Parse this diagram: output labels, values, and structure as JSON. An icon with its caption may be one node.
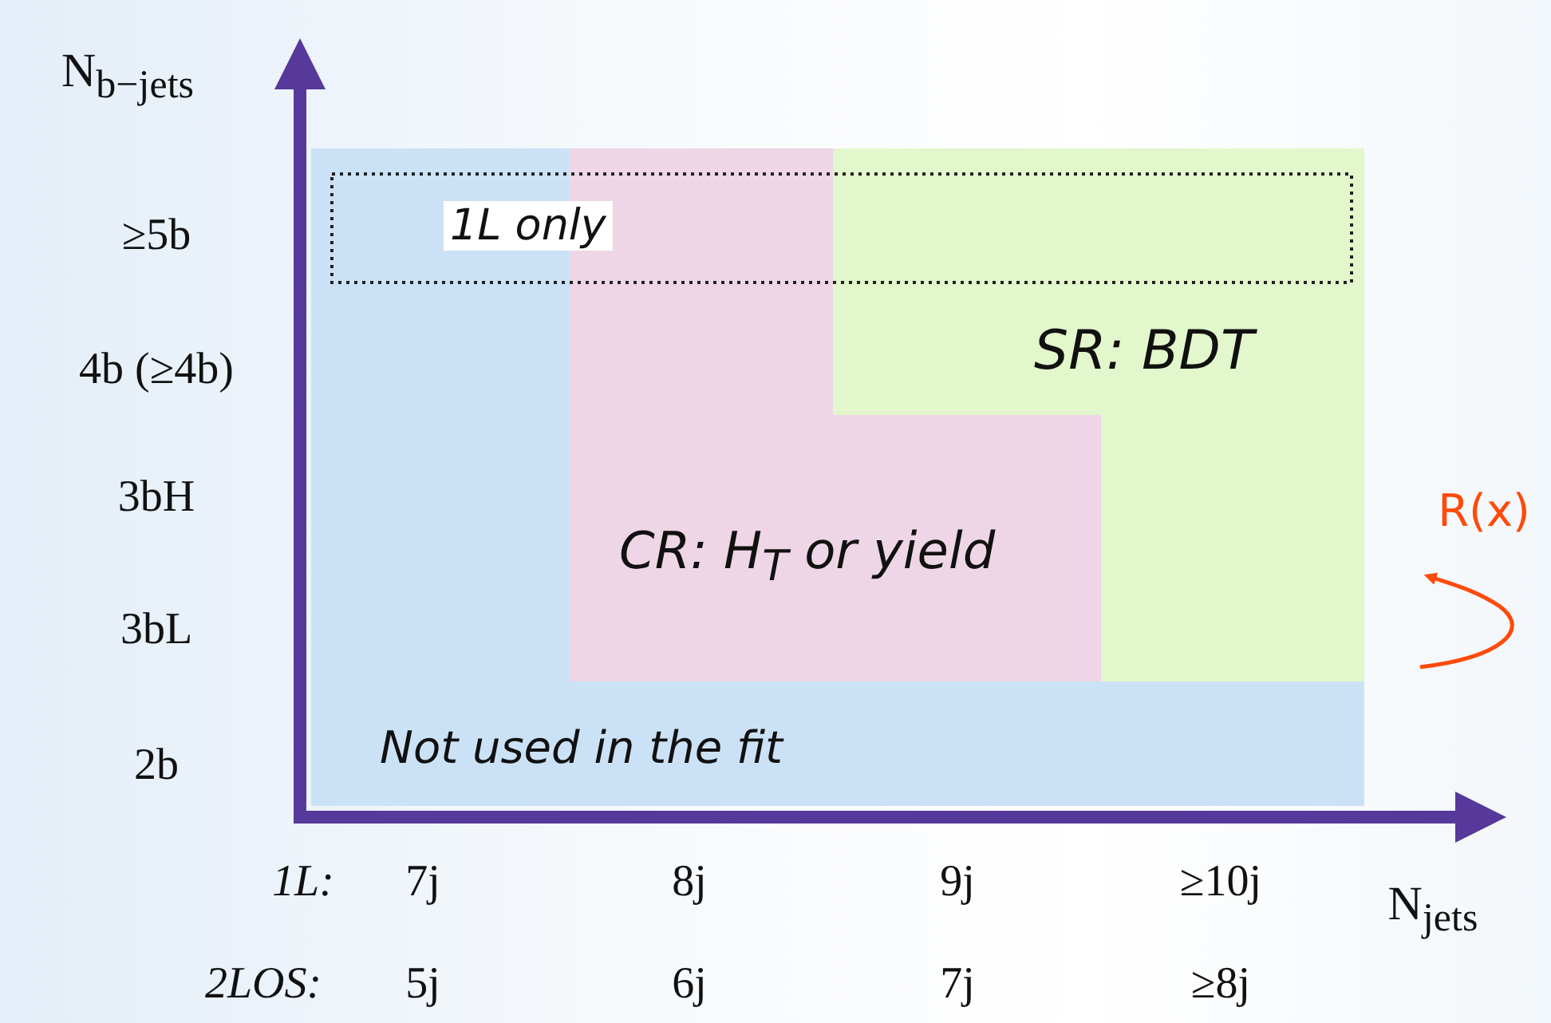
{
  "diagram": {
    "nodes": [
      {
        "text": [
          "1L only"
        ]
      },
      {
        "text": [
          "SR: BDT"
        ]
      },
      {
        "text": [
          "CR: H$_{T}$ or yield"
        ]
      },
      {
        "text": [
          "Not used in the fit"
        ]
      }
    ],
    "labels": [
      "N$_{b−jets}$",
      "≥5b",
      "4b (≥4b)",
      "3bH",
      "R(x)",
      "3bL",
      "2b",
      "1L:",
      "7j",
      "8j",
      "9j",
      "≥10j",
      "N$_{jets}$",
      "2LOS:",
      "5j",
      "6j",
      "7j",
      "≥8j"
    ]
  }
}
